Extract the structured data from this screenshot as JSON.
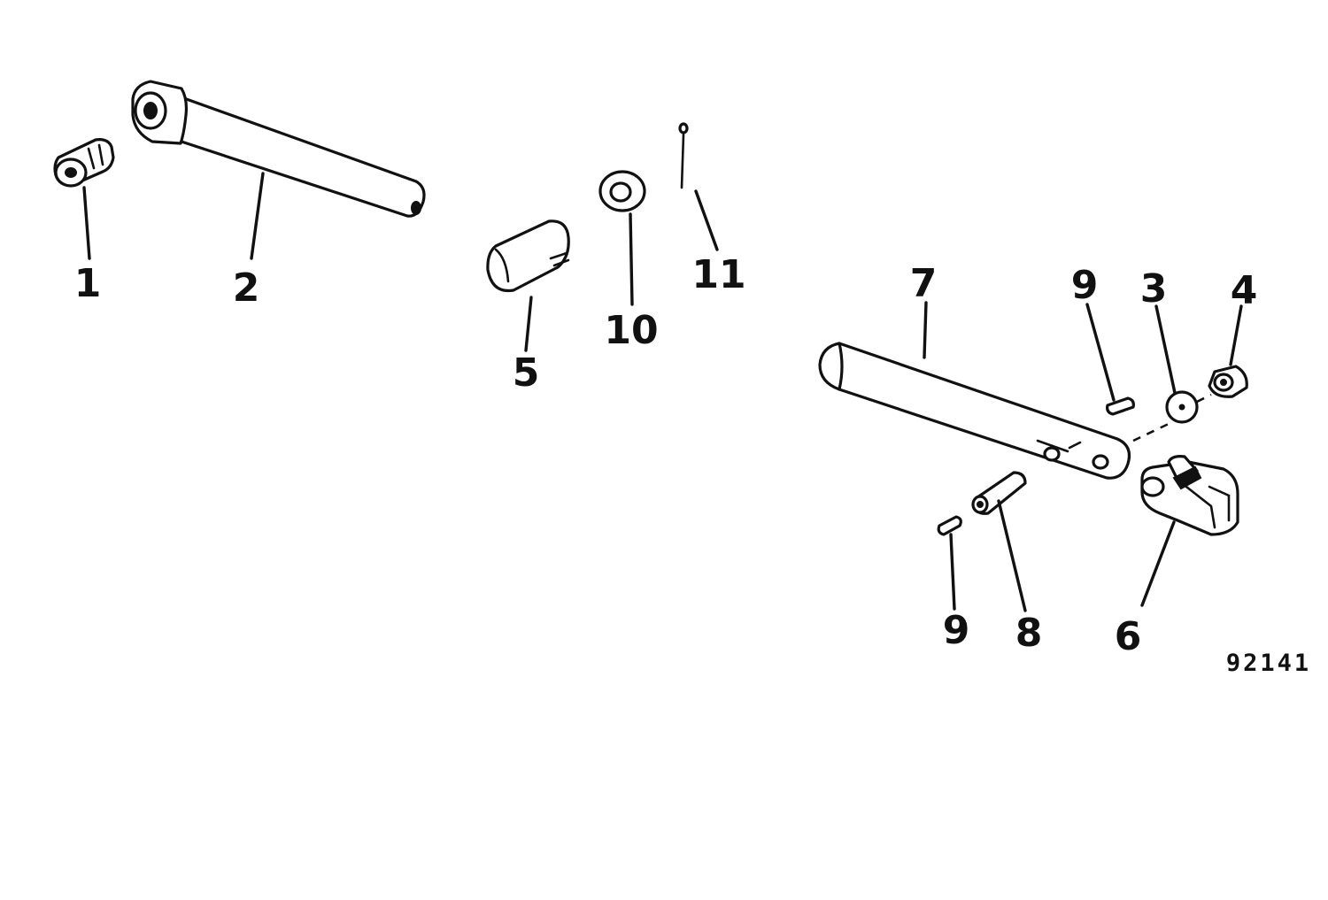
{
  "diagram": {
    "figure_number": "92141",
    "callouts": {
      "c1": "1",
      "c2": "2",
      "c3": "3",
      "c4": "4",
      "c5": "5",
      "c6": "6",
      "c7": "7",
      "c8": "8",
      "c9a": "9",
      "c9b": "9",
      "c10": "10",
      "c11": "11"
    }
  }
}
